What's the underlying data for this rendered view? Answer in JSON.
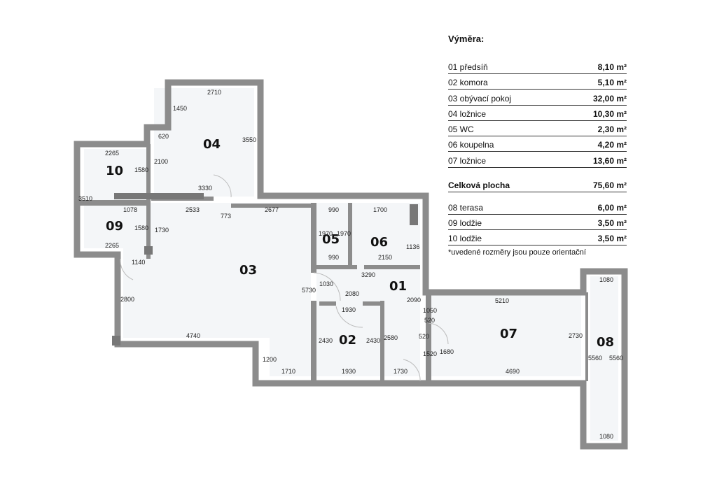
{
  "legend": {
    "title": "Výměra:",
    "rooms": [
      {
        "name": "01 předsíň",
        "area": "8,10 m²"
      },
      {
        "name": "02 komora",
        "area": "5,10 m²"
      },
      {
        "name": "03 obývací pokoj",
        "area": "32,00 m²"
      },
      {
        "name": "04 ložnice",
        "area": "10,30 m²"
      },
      {
        "name": "05 WC",
        "area": "2,30 m²"
      },
      {
        "name": "06 koupelna",
        "area": "4,20 m²"
      },
      {
        "name": "07 ložnice",
        "area": "13,60 m²"
      }
    ],
    "total": {
      "name": "Celková plocha",
      "area": "75,60 m²"
    },
    "outdoor": [
      {
        "name": "08 terasa",
        "area": "6,00 m²"
      },
      {
        "name": "09 lodžie",
        "area": "3,50 m²"
      },
      {
        "name": "10 lodžie",
        "area": "3,50 m²"
      }
    ],
    "note": "*uvedené rozměry jsou pouze orientační"
  },
  "plan": {
    "room_labels": [
      "04",
      "10",
      "09",
      "03",
      "05",
      "06",
      "01",
      "02",
      "07",
      "08"
    ],
    "dimensions": [
      "2710",
      "1450",
      "620",
      "3550",
      "2100",
      "2265",
      "1580",
      "3510",
      "3330",
      "1078",
      "2533",
      "773",
      "2677",
      "990",
      "1700",
      "1580",
      "1730",
      "2265",
      "1970",
      "1970",
      "990",
      "2150",
      "1136",
      "1140",
      "3290",
      "1030",
      "2080",
      "5730",
      "2800",
      "1930",
      "2430",
      "2430",
      "2580",
      "2090",
      "1050",
      "520",
      "5210",
      "2730",
      "520",
      "1680",
      "1520",
      "4740",
      "1200",
      "1710",
      "1930",
      "1730",
      "4690",
      "1080",
      "5560",
      "5560",
      "1080"
    ]
  },
  "colors": {
    "wall": "#8c8c8c",
    "floor": "#f4f6f8",
    "line": "#222222"
  }
}
